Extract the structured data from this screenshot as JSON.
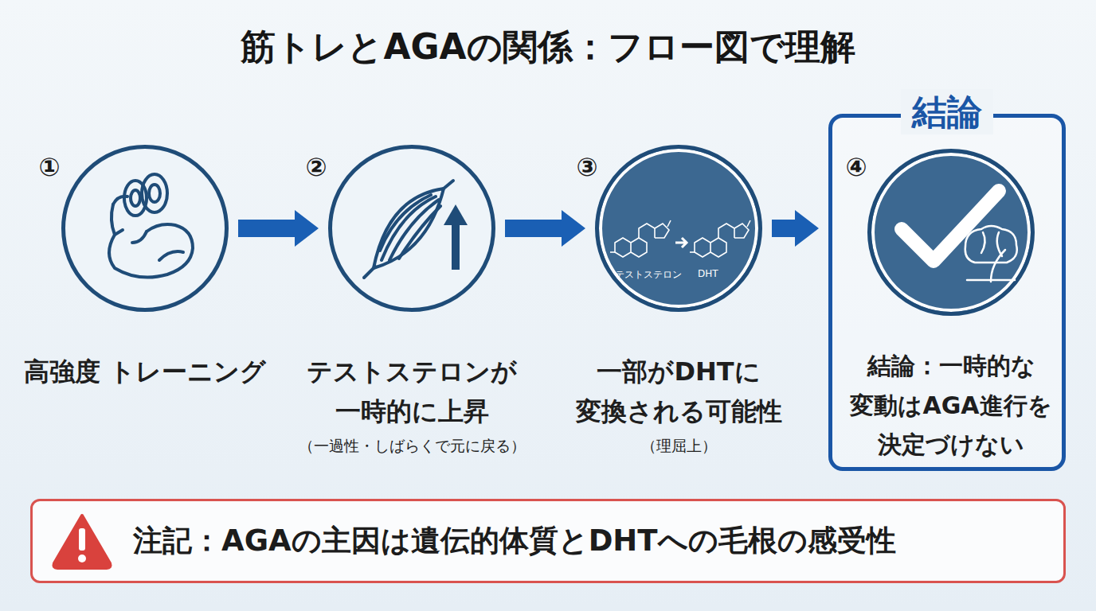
{
  "diagram": {
    "title": "筋トレとAGAの関係：フロー図で理解",
    "nodes": [
      {
        "text": [
          "高強度 トレーニング"
        ]
      },
      {
        "text": [
          "テストステロンが 一時的に上昇",
          "（一過性・しばらくで元に戻る）"
        ]
      },
      {
        "text": [
          "テストステロン",
          "DHT",
          "一部がDHTに 変換される可能性",
          "（理屈上）"
        ]
      },
      {
        "text": [
          "結論"
        ]
      },
      {
        "text": [
          "結論：一時的な 変動はAGA進行を 決定づけない"
        ],
        "in": 3
      },
      {
        "text": [
          "注記：AGAの主因は遺伝的体質とDHTへの毛根の感受性"
        ]
      }
    ],
    "edges": [
      {
        "from": 0,
        "to": 1,
        "arrow": "to"
      },
      {
        "from": 1,
        "to": 2,
        "arrow": "to"
      },
      {
        "from": 2,
        "to": 3,
        "arrow": "to"
      }
    ],
    "labels": [
      "①",
      "②",
      "③",
      "④"
    ]
  }
}
